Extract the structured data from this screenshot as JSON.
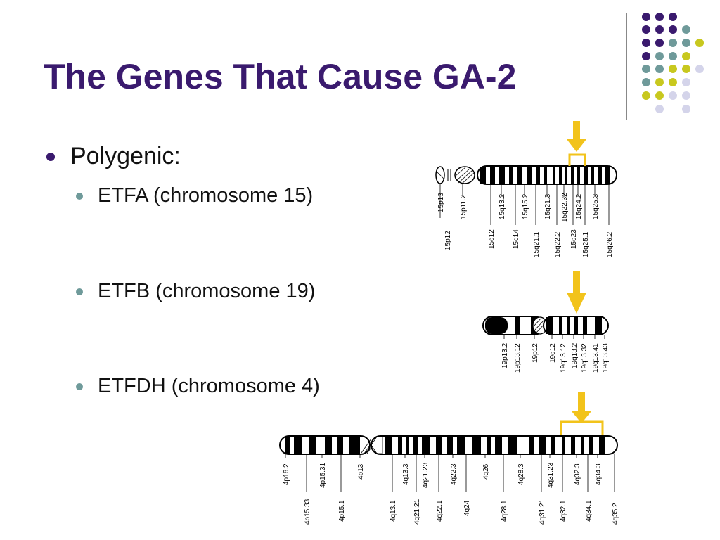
{
  "slide": {
    "title": "The Genes That Cause GA-2",
    "bullet_main": "Polygenic:",
    "bullets": [
      "ETFA (chromosome 15)",
      "ETFB (chromosome 19)",
      "ETFDH (chromosome 4)"
    ]
  },
  "colors": {
    "title": "#3a1a6e",
    "arrow": "#f2c31b",
    "dot_purple": "#3a1a6e",
    "dot_teal": "#6f9a9a",
    "dot_olive": "#c8c81e",
    "dot_lavender": "#d4d4ea"
  },
  "chromosomes": {
    "chr15": {
      "top_labels": [
        "15p13",
        "15p11.2",
        "15q13.2",
        "15q15.2",
        "15q21.3",
        "15q22.32",
        "15q24.2",
        "15q25.3"
      ],
      "bottom_labels": [
        "15p12",
        "15q12",
        "15q14",
        "15q21.1",
        "15q22.2",
        "15q23",
        "15q25.1",
        "15q26.2"
      ]
    },
    "chr19": {
      "labels": [
        "19p13.2",
        "19p13.12",
        "19p12",
        "19q12",
        "19q13.12",
        "19q13.2",
        "19q13.32",
        "19q13.41",
        "19q13.43"
      ]
    },
    "chr4": {
      "top_labels": [
        "4p16.2",
        "4p15.31",
        "4p13",
        "4q13.3",
        "4q21.23",
        "4q22.3",
        "4q26",
        "4q28.3",
        "4q31.23",
        "4q32.3",
        "4q34.3"
      ],
      "bottom_labels": [
        "4p15.33",
        "4p15.1",
        "4q13.1",
        "4q21.21",
        "4q22.1",
        "4q24",
        "4q28.1",
        "4q31.21",
        "4q32.1",
        "4q34.1",
        "4q35.2"
      ]
    }
  }
}
